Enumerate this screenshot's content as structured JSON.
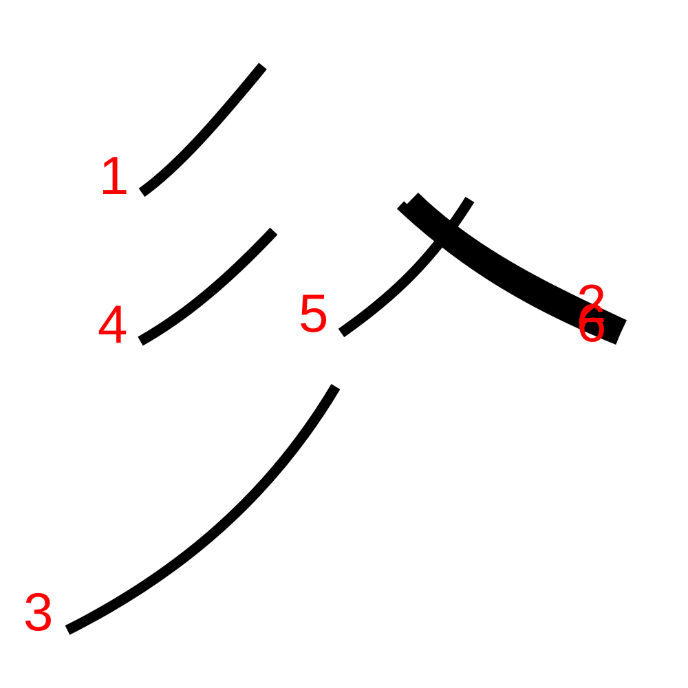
{
  "diagram": {
    "stroke_color": "#000000",
    "label_color": "#ff0000",
    "background": "#ffffff",
    "strokes": [
      {
        "id": "stroke-1",
        "number": "1"
      },
      {
        "id": "stroke-2",
        "number": "2"
      },
      {
        "id": "stroke-3",
        "number": "3"
      },
      {
        "id": "stroke-4",
        "number": "4"
      },
      {
        "id": "stroke-5",
        "number": "5"
      },
      {
        "id": "stroke-6",
        "number": "6"
      }
    ]
  }
}
